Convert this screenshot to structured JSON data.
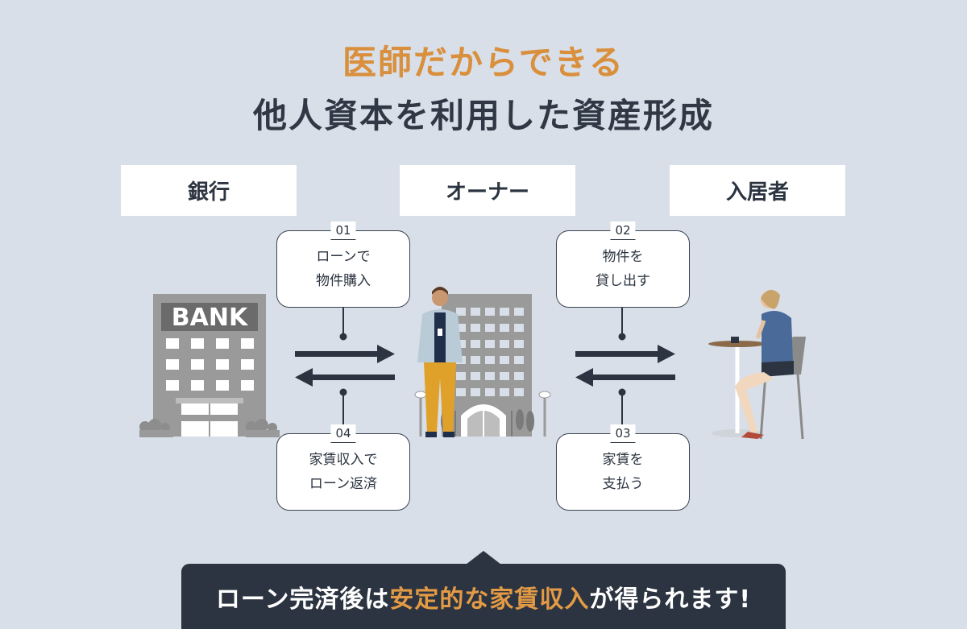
{
  "heading": {
    "subtitle": "医師だからできる",
    "title": "他人資本を利用した資産形成"
  },
  "parties": {
    "bank": "銀行",
    "owner": "オーナー",
    "tenant": "入居者"
  },
  "bank_sign": "BANK",
  "steps": [
    {
      "num": "01",
      "line1": "ローンで",
      "line2": "物件購入"
    },
    {
      "num": "02",
      "line1": "物件を",
      "line2": "貸し出す"
    },
    {
      "num": "03",
      "line1": "家賃を",
      "line2": "支払う"
    },
    {
      "num": "04",
      "line1": "家賃収入で",
      "line2": "ローン返済"
    }
  ],
  "banner": {
    "prefix": "ローン完済後は",
    "highlight": "安定的な家賃収入",
    "suffix": "が得られます!"
  },
  "colors": {
    "accent": "#d98f3c",
    "dark": "#2b3440",
    "background": "#d8dfe8"
  }
}
